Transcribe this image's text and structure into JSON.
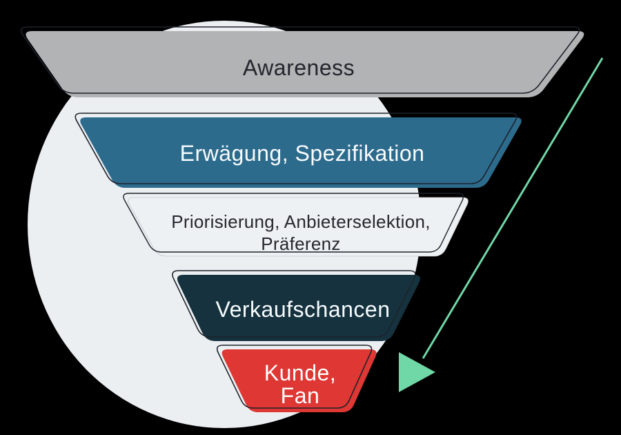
{
  "diagram": {
    "name": "sales-funnel",
    "background_color": "#000000",
    "circle_color": "#ecEFf2",
    "outline_color": "#1d222b"
  },
  "funnel": {
    "stages": [
      {
        "id": "awareness",
        "label": "Awareness",
        "color": "#b2b3b5",
        "text_color": "#24252d"
      },
      {
        "id": "erwaegung-spezifikation",
        "label": "Erwägung, Spezifikation",
        "color": "#2d6b8d",
        "text_color": "#f7fbfd"
      },
      {
        "id": "priorisierung-anbieterselektion-praeferenz",
        "lines": [
          "Priorisierung, Anbieterselektion,",
          "Präferenz"
        ],
        "color": "#eef1f4",
        "text_color": "#26272f"
      },
      {
        "id": "verkaufschancen",
        "label": "Verkaufschancen",
        "color": "#15323e",
        "text_color": "#f7fbfd"
      },
      {
        "id": "kunde-fan",
        "lines": [
          "Kunde,",
          "Fan"
        ],
        "color": "#df3733",
        "text_color": "#ffffff"
      }
    ]
  },
  "arrow": {
    "color": "#70d7a7"
  }
}
